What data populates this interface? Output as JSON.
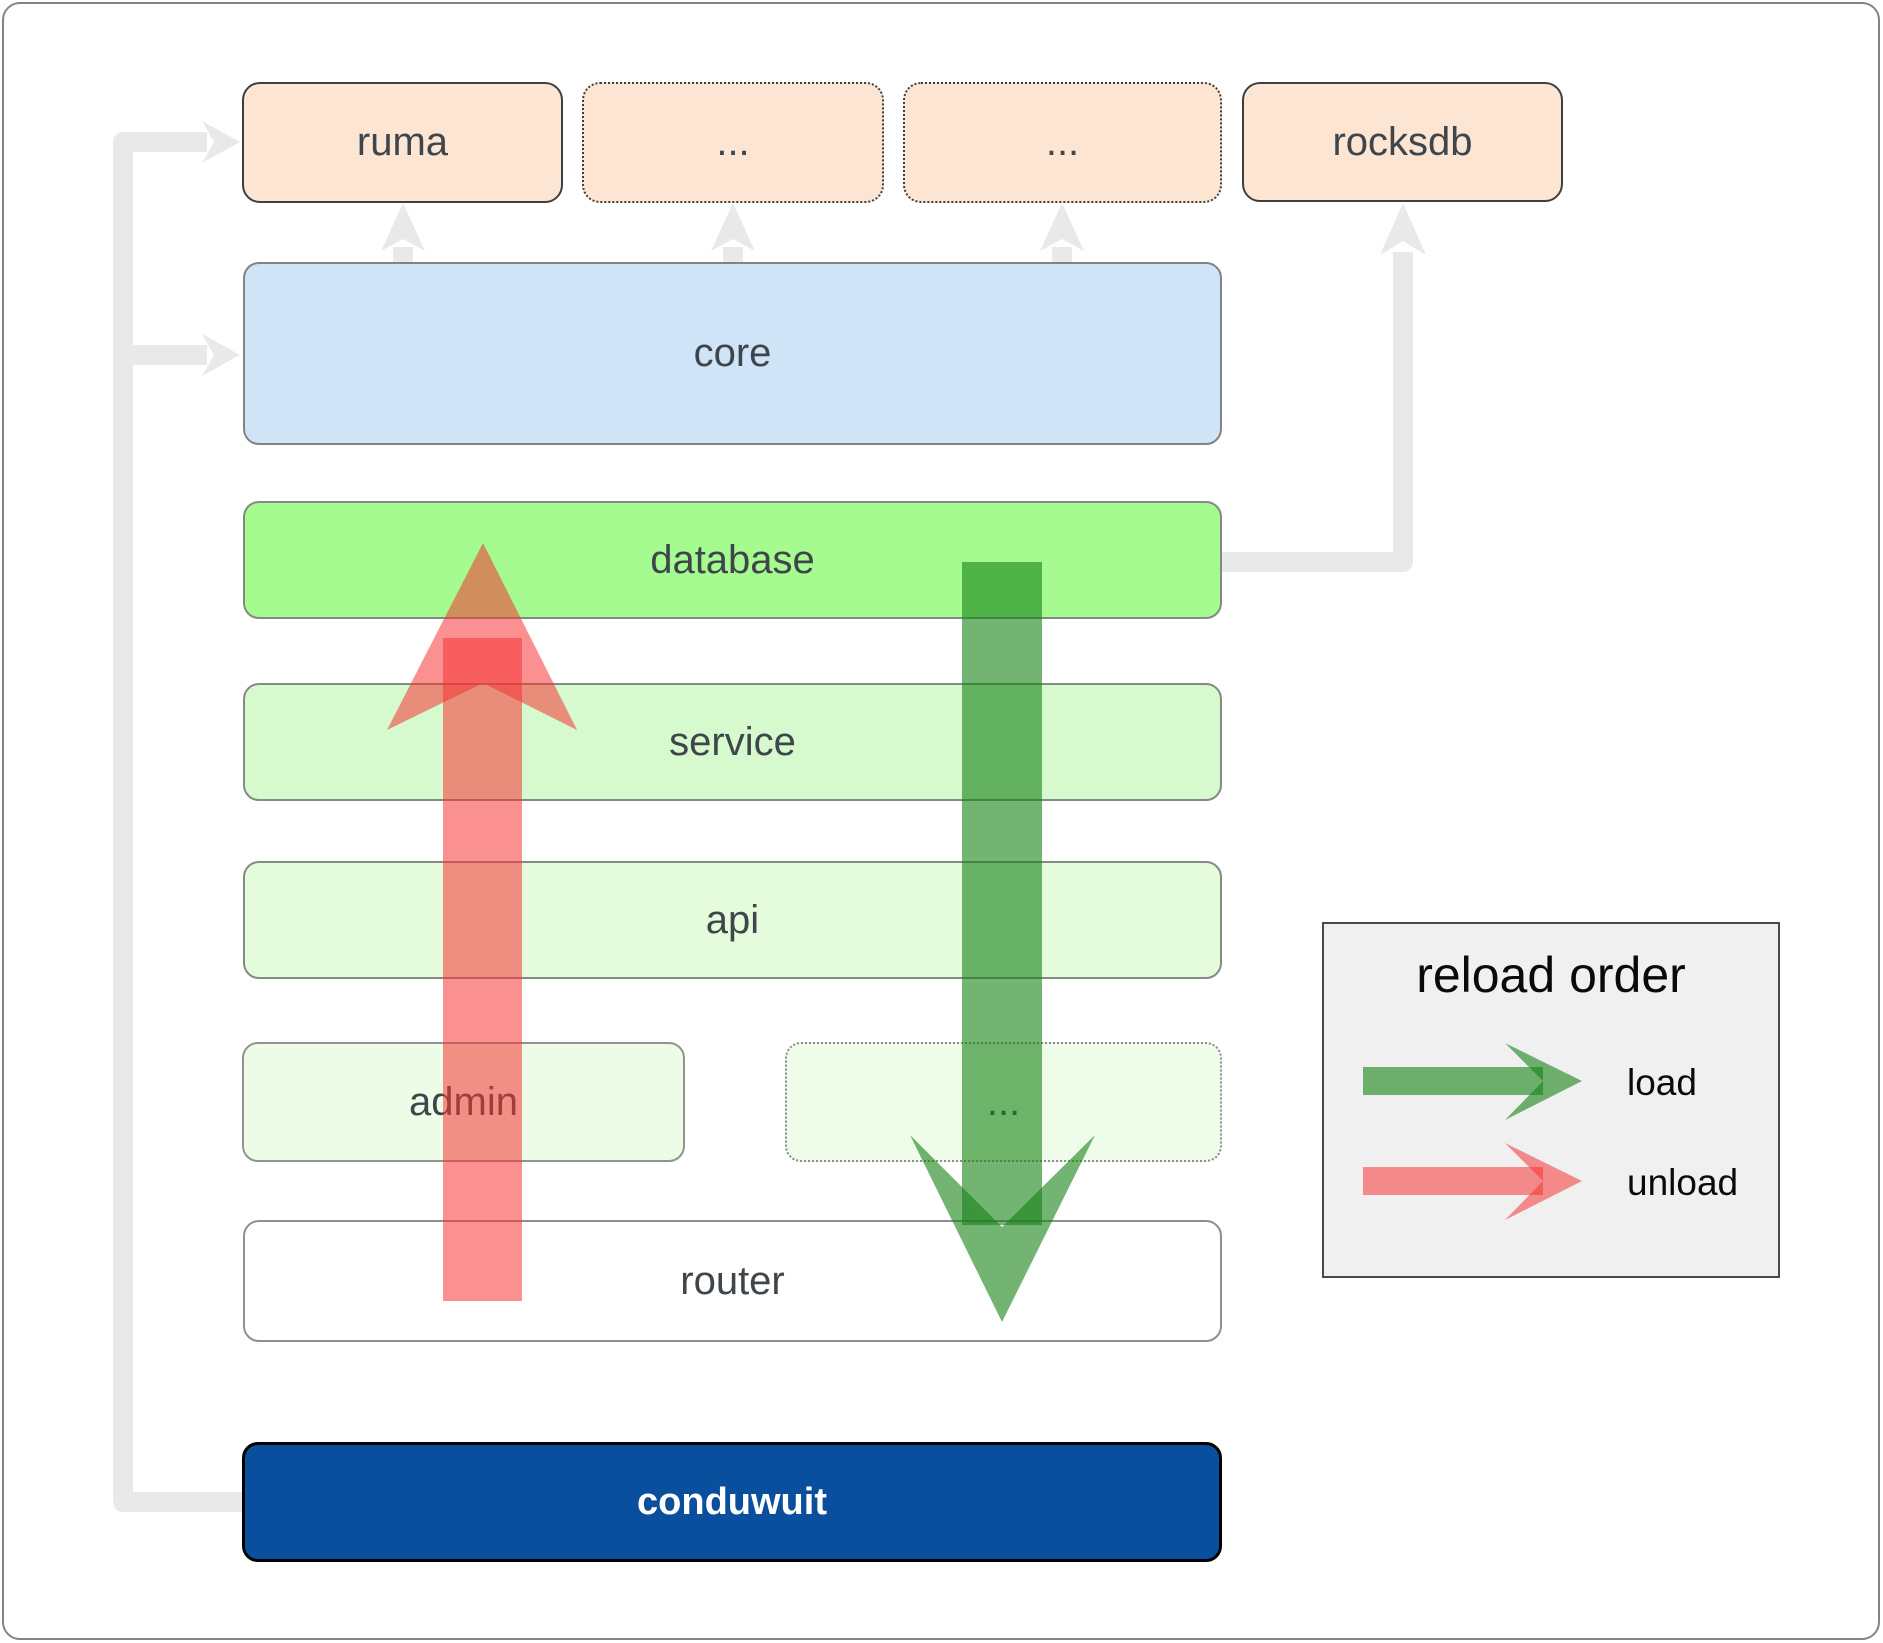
{
  "diagram": {
    "top_row": [
      {
        "label": "ruma"
      },
      {
        "label": "..."
      },
      {
        "label": "..."
      },
      {
        "label": "rocksdb"
      }
    ],
    "layers": {
      "core": "core",
      "database": "database",
      "service": "service",
      "api": "api",
      "admin": "admin",
      "admin_more": "...",
      "router": "router",
      "conduwuit": "conduwuit"
    },
    "colors": {
      "dependency_peach": "#fce5d3",
      "core_blue": "#d0e4f8",
      "database_green": "#a5fb8f",
      "service_green": "#d6f9cd",
      "api_green": "#e4fbdc",
      "admin_green": "#edfce7",
      "router_white": "#ffffff",
      "conduwuit_blue": "#0a4f9e",
      "load_arrow_green": "#168216",
      "unload_arrow_red": "#f63535",
      "connector_gray": "#e9e9e9"
    }
  },
  "legend": {
    "title": "reload order",
    "items": [
      {
        "label": "load"
      },
      {
        "label": "unload"
      }
    ]
  }
}
